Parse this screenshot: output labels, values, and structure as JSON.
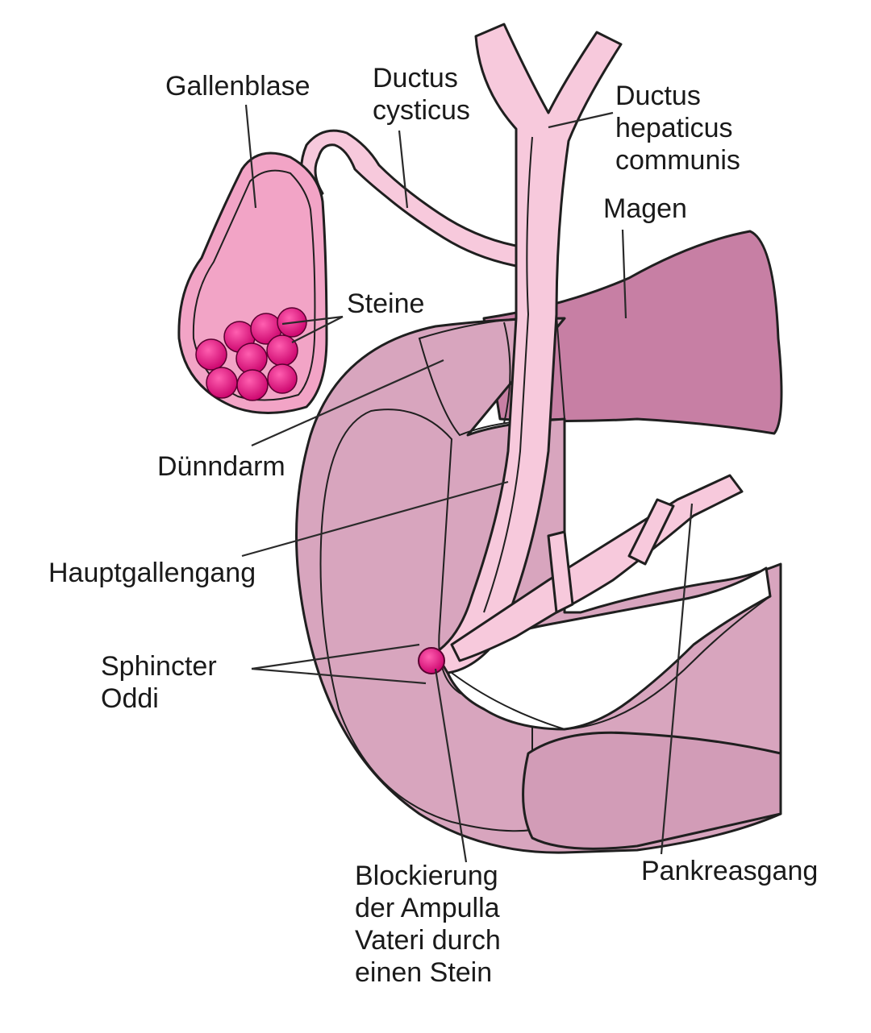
{
  "labels": {
    "gallbladder": "Gallenblase",
    "cystic_duct": [
      "Ductus",
      "cysticus"
    ],
    "common_hepatic_duct": [
      "Ductus",
      "hepaticus",
      "communis"
    ],
    "stomach": "Magen",
    "stones": "Steine",
    "small_intestine": "Dünndarm",
    "common_bile_duct": "Hauptgallengang",
    "sphincter": [
      "Sphincter",
      "Oddi"
    ],
    "blockage": [
      "Blockierung",
      "der Ampulla",
      "Vateri durch",
      "einen Stein"
    ],
    "pancreatic_duct": "Pankreasgang"
  },
  "colors": {
    "duct_pink": "#f7c9dc",
    "duct_wall": "#e88ab5",
    "stomach_mauve": "#c77fa4",
    "intestine_mauve": "#d8a5be",
    "mucosa_grey": "#e4e4e4",
    "stone_magenta": "#e0147f"
  }
}
